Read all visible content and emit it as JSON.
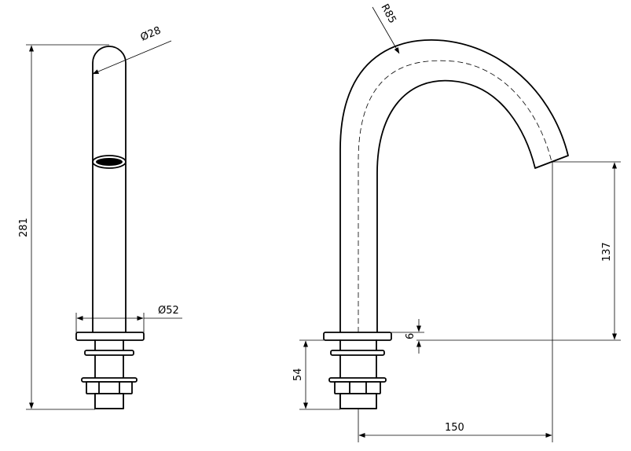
{
  "dimensions": {
    "top_diameter": "Ø28",
    "total_height": "281",
    "base_diameter": "Ø52",
    "bend_radius": "R85",
    "spout_height": "137",
    "thread_length": "54",
    "plate_thickness": "6",
    "spout_reach": "150"
  },
  "colors": {
    "line": "#000000",
    "background": "#ffffff"
  }
}
